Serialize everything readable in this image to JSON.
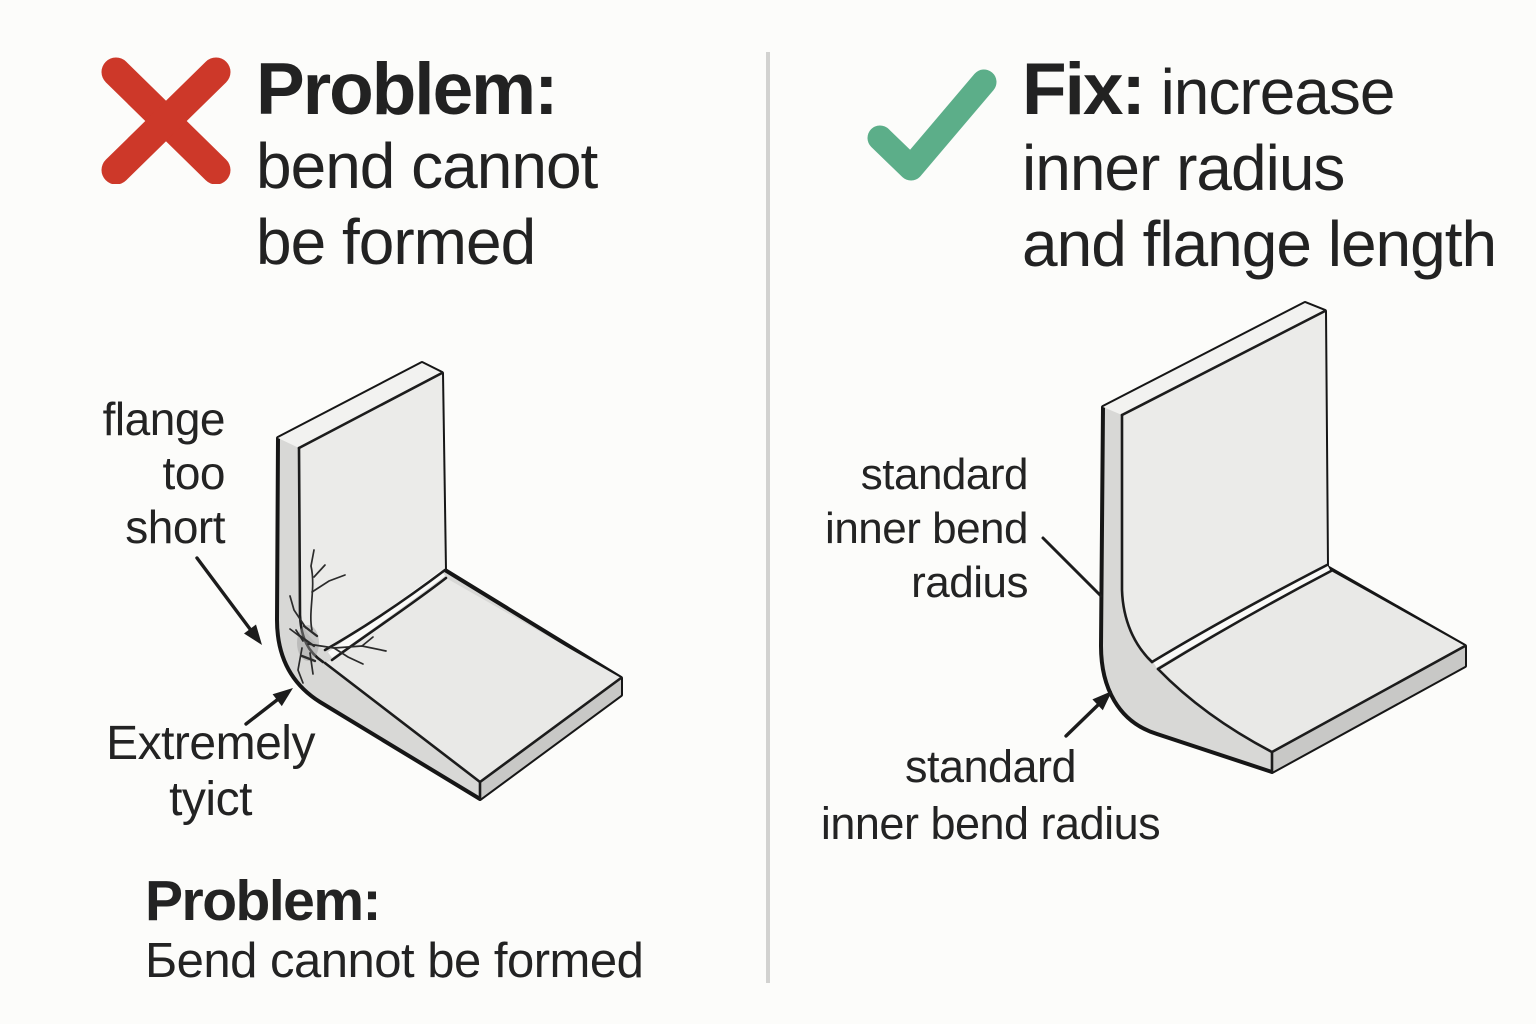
{
  "page": {
    "background": "#fcfcfa",
    "divider_color": "#d2d2d0",
    "text_color": "#1f1f1f"
  },
  "left": {
    "icon": {
      "name": "red-x-icon",
      "color": "#cd3829"
    },
    "headline": {
      "bold": "Problem:",
      "line2": "bend cannot",
      "line3": "be formed"
    },
    "flange_label": {
      "line1": "flange",
      "line2": "too",
      "line3": "short"
    },
    "crack_label": {
      "line1": "Extremely",
      "line2": "tyict"
    },
    "caption": {
      "bold": "Problem:",
      "text": "Бend cannot be formed"
    }
  },
  "right": {
    "icon": {
      "name": "green-check-icon",
      "color": "#5cae89"
    },
    "headline": {
      "bold": "Fix:",
      "rest": "increase",
      "line2": "inner radius",
      "line3": "and flange length"
    },
    "upper_label": {
      "line1": "standard",
      "line2": "inner bend",
      "line3": "radius"
    },
    "lower_label": {
      "line1": "standard",
      "line2": "inner bend radius"
    }
  }
}
